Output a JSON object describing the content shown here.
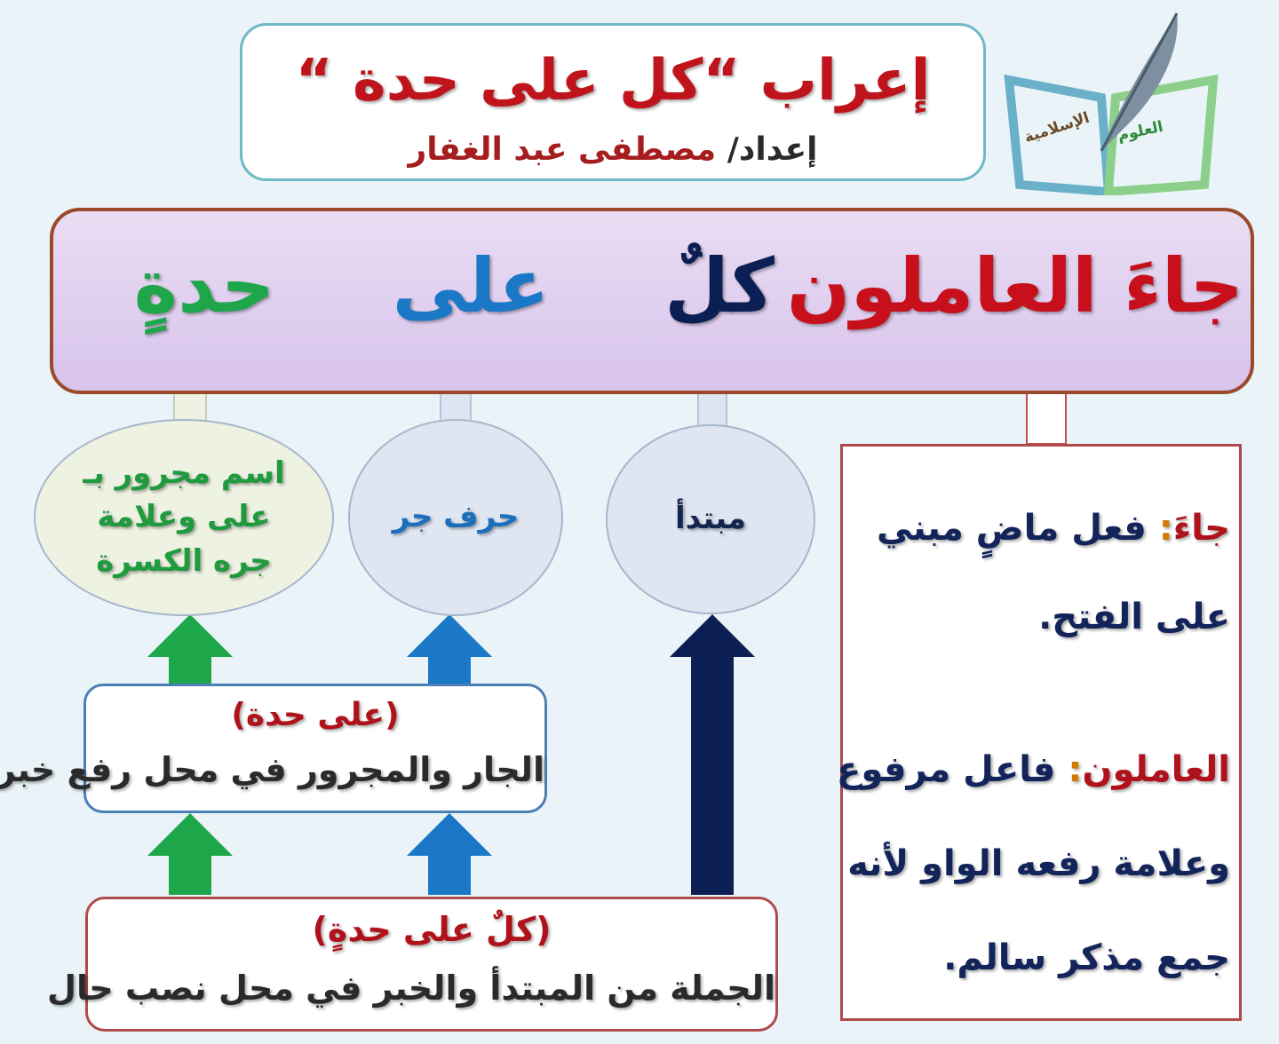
{
  "header": {
    "title": "إعراب “كل على حدة “",
    "author_prefix": "إعداد/",
    "author_name": " مصطفى عبد الغفار"
  },
  "logo": {
    "label_1": "العلوم",
    "label_2": "الإسلامية"
  },
  "sentence": {
    "words": [
      "جاءَ العاملون",
      "كلٌ",
      "على",
      "حدةٍ"
    ]
  },
  "ovals": {
    "oval_1": "اسم مجرور بـ على وعلامة جره الكسرة",
    "oval_2": "حرف جر",
    "oval_3": "مبتدأ"
  },
  "grammar": {
    "line1_label": "جاءَ",
    "line1_colon": ":",
    "line1_text": " فعل ماضٍ مبني",
    "line2_text": "على الفتح.",
    "line3_label": "العاملون",
    "line3_colon": ":",
    "line3_text": "  فاعل مرفوع",
    "line4_text": "وعلامة رفعه الواو لأنه",
    "line5_text": "جمع مذكر سالم."
  },
  "middle_box": {
    "title": "(على حدة)",
    "text": "الجار والمجرور في محل رفع خبر"
  },
  "bottom_box": {
    "title": "(كلٌ على حدةٍ)",
    "text": "الجملة من المبتدأ والخبر في محل نصب حال"
  },
  "colors": {
    "title_red": "#c0141c",
    "verb_red": "#c8101c",
    "navy": "#0c1f55",
    "blue": "#1b78c7",
    "green": "#1ea64a",
    "bar_purple": "#d8c3ec"
  }
}
